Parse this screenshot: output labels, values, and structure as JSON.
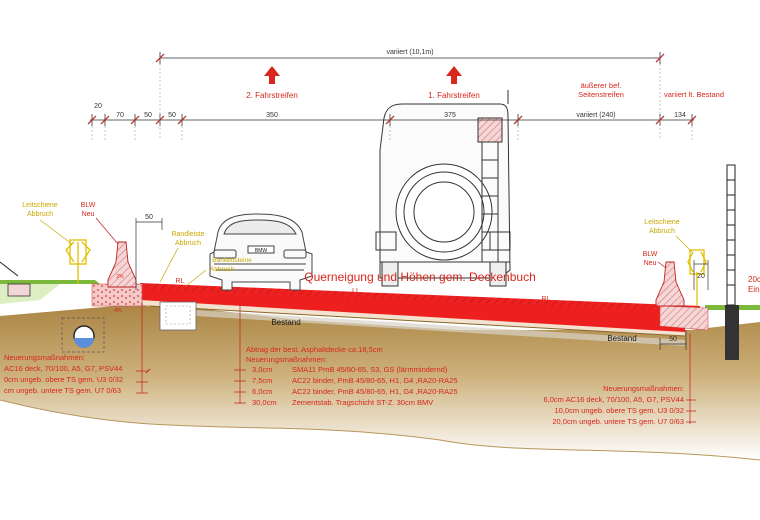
{
  "dimensions": {
    "overall": "variiert (10,1m)",
    "segments": [
      "20",
      "70",
      "50",
      "50",
      "350",
      "375",
      "variiert (240)",
      "134"
    ]
  },
  "lanes": {
    "lane2": "2. Fahrstreifen",
    "lane1": "1. Fahrstreifen",
    "shoulder_line1": "äußerer bef.",
    "shoulder_line2": "Seitenstreifen",
    "existing": "variiert lt. Bestand"
  },
  "left_labels": {
    "leitschiene": "Leitschiene",
    "abbruch": "Abbruch",
    "blw": "BLW",
    "neu": "Neu",
    "randleiste": "Randleiste",
    "randleiste_abbruch": "Abbruch",
    "dim_50": "50",
    "rl": "RL",
    "bankett": "Bankettsteine",
    "bankett_abbruch": "Abbruch",
    "slope_small": "2%",
    "slope_small2": "4%"
  },
  "right_labels": {
    "leitschiene": "Leitschiene",
    "abbruch": "Abbruch",
    "blw": "BLW",
    "neu": "Neu",
    "dim_20": "20",
    "dim_50": "50",
    "cut_20": "20c",
    "cut_ein": "Ein"
  },
  "center": {
    "title": "Querneigung und Höhen gem. Deckenbuch",
    "ll": "LL",
    "rl": "RL",
    "bestand_left": "Bestand",
    "bestand_right": "Bestand"
  },
  "middle_notes": {
    "abtrag": "Abtrag der best. Asphaltdecke ca.18,5cm",
    "heading": "Neuerungsmaßnahmen:",
    "rows": [
      {
        "thickness": "3,0cm",
        "desc": "SMA11 PmB 45/80-65, S3, GS  (lärmmindernd)"
      },
      {
        "thickness": "7,5cm",
        "desc": "AC22 binder, PmB 45/80-65, H1, G4 ,RA20-RA25"
      },
      {
        "thickness": "6,0cm",
        "desc": "AC22 binder, PmB 45/80-65, H1, G4 ,RA20-RA25"
      },
      {
        "thickness": "30,0cm",
        "desc": "Zementstab. Tragschicht ST-Z. 30cm BMV"
      }
    ]
  },
  "left_notes": {
    "heading": "Neuerungsmaßnahmen:",
    "rows": [
      "AC16 deck, 70/100, A5, G7, PSV44",
      "0cm  ungeb. obere TS gem. U3 0/32",
      "cm  ungeb. untere TS gem. U7 0/63"
    ]
  },
  "right_notes": {
    "heading": "Neuerungsmaßnahmen:",
    "rows": [
      "6,0cm  AC16 deck, 70/100, A5, G7, PSV44",
      "10,0cm  ungeb. obere TS gem. U3 0/32",
      "20,0cm  ungeb. untere TS gem. U7 0/63"
    ]
  },
  "vehicles": {
    "car_badge": "BMW"
  },
  "colors": {
    "asphalt": "#ee1f1f",
    "asphalt_hatch": "#b51818",
    "soil": "#a57d39",
    "soil_light": "#e8d6a8",
    "grass": "#7cb83b",
    "text_red": "#d8271c",
    "dim_line": "#333333",
    "leader_yellow": "#c9a800"
  }
}
